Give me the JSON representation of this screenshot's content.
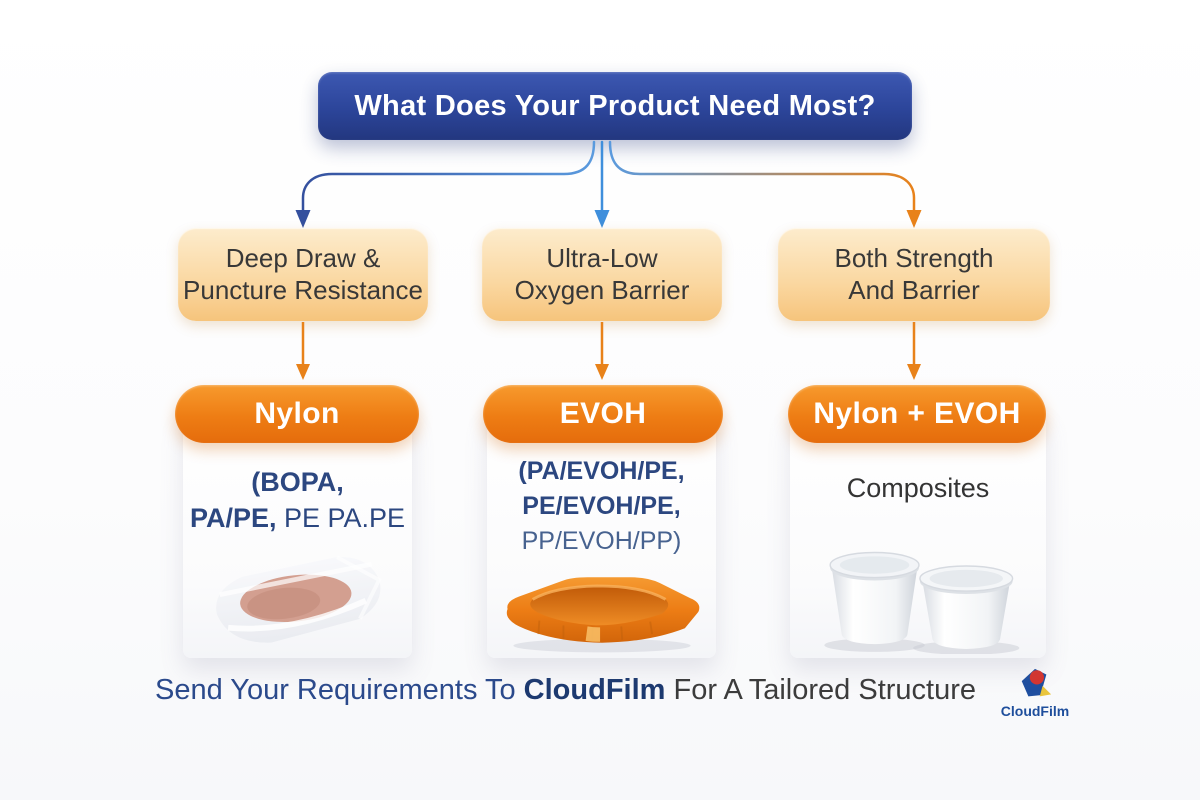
{
  "header": {
    "title": "What Does Your Product Need Most?"
  },
  "branches": [
    {
      "need_line1": "Deep Draw &",
      "need_line2": "Puncture Resistance",
      "material": "Nylon",
      "detail_line1": "(BOPA,",
      "detail_line2_bold": "PA/PE,",
      "detail_line2_regular": "PE PA.PE",
      "image": "vacuum-bag-with-meat"
    },
    {
      "need_line1": "Ultra-Low",
      "need_line2": "Oxygen Barrier",
      "material": "EVOH",
      "detail_line1": "(PA/EVOH/PE,",
      "detail_line2": "PE/EVOH/PE,",
      "detail_line3": "PP/EVOH/PP)",
      "image": "orange-tray"
    },
    {
      "need_line1": "Both Strength",
      "need_line2": "And Barrier",
      "material": "Nylon + EVOH",
      "detail_line1": "Composites",
      "image": "white-cups-with-lids"
    }
  ],
  "footer": {
    "cta_prefix": "Send Your Requirements To",
    "cta_brand": "CloudFilm",
    "cta_suffix": "For A Tailored Structure",
    "logo_text": "CloudFilm"
  },
  "colors": {
    "header_bg": "#2c459a",
    "choice_box_bg": "#f9cf91",
    "material_pill_bg": "#ee7d14",
    "arrow_navy": "#34509e",
    "arrow_blue": "#3f8fdc",
    "arrow_orange": "#e8821a",
    "detail_text_navy": "#2c4780",
    "cta_blue": "#2b4a8c",
    "brand_navy": "#1d3a70"
  }
}
